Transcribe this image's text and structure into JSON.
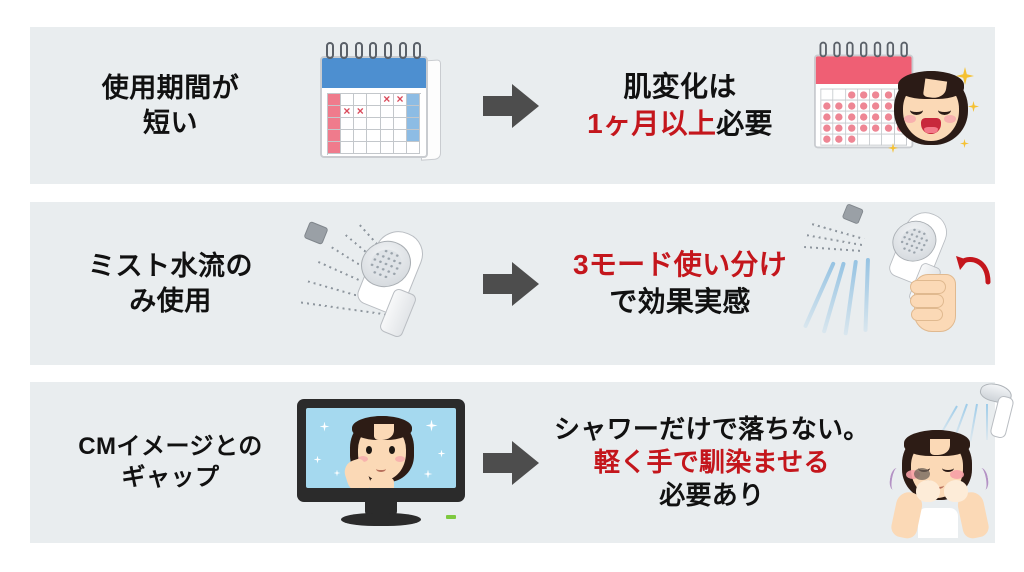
{
  "page": {
    "background_color": "#ffffff",
    "panel_color": "#e9edef",
    "accent_red": "#C4161C",
    "text_color": "#111111",
    "arrow_color": "#4d4d4d"
  },
  "rows": [
    {
      "id": "row-usage-period",
      "problem": {
        "line1": "使用期間が",
        "line2": "短い"
      },
      "problem_icon": "calendar-blue-icon",
      "arrow_icon": "right-arrow-icon",
      "solution": {
        "line1_plain": "肌変化は",
        "line2_red": "1ヶ月以上",
        "line2_plain": "必要"
      },
      "solution_icon": "calendar-pink-with-smiling-girl-icon"
    },
    {
      "id": "row-mist-only",
      "problem": {
        "line1": "ミスト水流の",
        "line2": "み使用"
      },
      "problem_icon": "shower-head-mist-icon",
      "arrow_icon": "right-arrow-icon",
      "solution": {
        "line1_red": "3モード使い分け",
        "line2_plain": "で効果実感"
      },
      "solution_icon": "shower-head-in-hand-icon"
    },
    {
      "id": "row-cm-gap",
      "problem": {
        "line1": "CMイメージとの",
        "line2": "ギャップ"
      },
      "problem_icon": "tv-monitor-commercial-icon",
      "arrow_icon": "right-arrow-icon",
      "solution": {
        "line1_plain": "シャワーだけで落ちない。",
        "line2_red": "軽く手で馴染ませる",
        "line3_plain": "必要あり"
      },
      "solution_icon": "woman-washing-face-icon"
    }
  ]
}
